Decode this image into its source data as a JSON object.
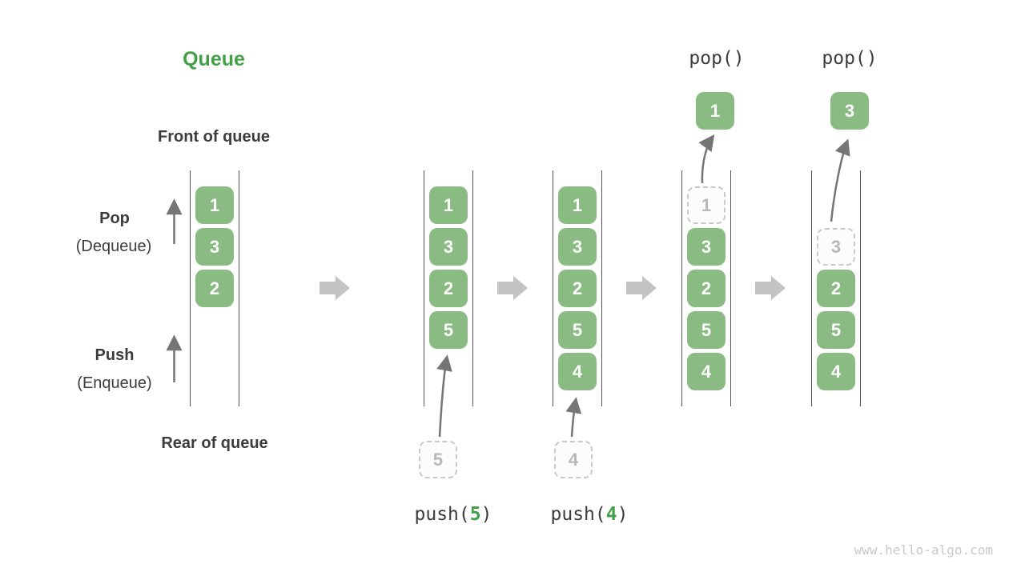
{
  "title": {
    "text": "Queue"
  },
  "labels": {
    "front": "Front of queue",
    "rear": "Rear of queue",
    "pop_main": "Pop",
    "pop_sub": "(Dequeue)",
    "push_main": "Push",
    "push_sub": "(Enqueue)"
  },
  "operations": {
    "pop_call_1": "pop()",
    "pop_call_2": "pop()",
    "push_call_1": {
      "prefix": "push(",
      "arg": "5",
      "suffix": ")"
    },
    "push_call_2": {
      "prefix": "push(",
      "arg": "4",
      "suffix": ")"
    }
  },
  "columns": [
    {
      "name": "state-1",
      "boxes": [
        "1",
        "3",
        "2"
      ]
    },
    {
      "name": "state-2",
      "boxes": [
        "1",
        "3",
        "2",
        "5"
      ],
      "incoming_value": "5"
    },
    {
      "name": "state-3",
      "boxes": [
        "1",
        "3",
        "2",
        "5",
        "4"
      ],
      "incoming_value": "4"
    },
    {
      "name": "state-4",
      "removed_value": "1",
      "boxes": [
        "3",
        "2",
        "5",
        "4"
      ],
      "popped_value": "1"
    },
    {
      "name": "state-5",
      "removed_value": "3",
      "boxes": [
        "2",
        "5",
        "4"
      ],
      "popped_value": "3"
    }
  ],
  "colors": {
    "box_green": "#8abb83",
    "accent_green": "#43a047",
    "text_dark": "#3c3c3c",
    "thin_arrow_gray": "#757575",
    "block_arrow_gray": "#c3c3c3",
    "dashed_border_gray": "#c9c9c9",
    "dashed_text_gray": "#b8b8b8",
    "column_line_gray": "#565656",
    "watermark_gray": "#c9c9c9"
  },
  "watermark": "www.hello-algo.com"
}
